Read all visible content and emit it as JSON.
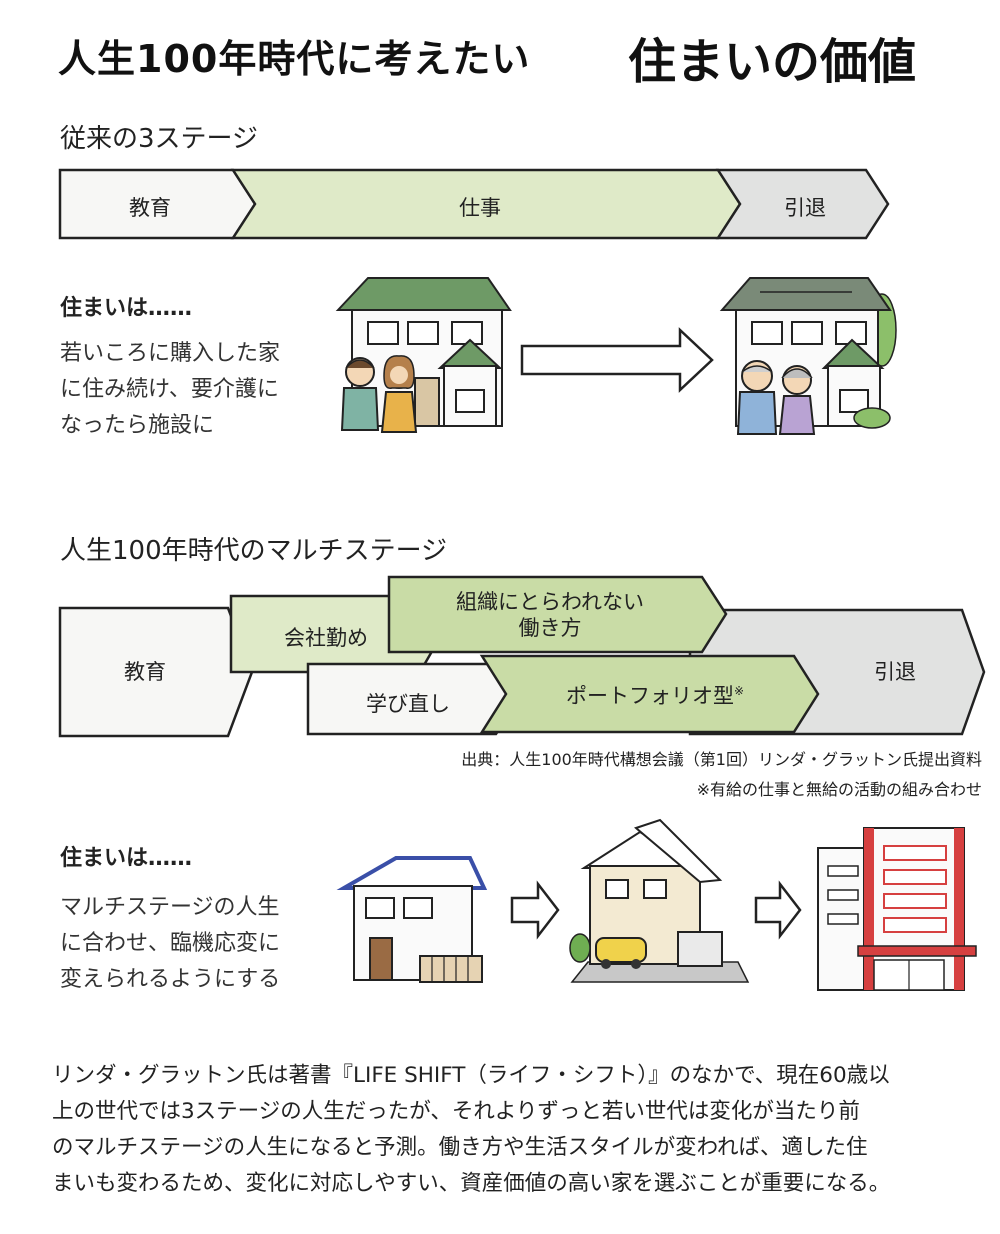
{
  "title": {
    "part1": "人生100年時代に考えたい",
    "part2": "住まいの価値"
  },
  "traditional": {
    "heading": "従来の3ステージ",
    "stages": [
      "教育",
      "仕事",
      "引退"
    ],
    "housing_heading": "住まいは……",
    "housing_lines": [
      "若いころに購入した家",
      "に住み続け、要介護に",
      "なったら施設に"
    ]
  },
  "multistage": {
    "heading": "人生100年時代のマルチステージ",
    "stages": {
      "education": "教育",
      "company": "会社勤め",
      "unbound_line1": "組織にとらわれない",
      "unbound_line2": "働き方",
      "relearn": "学び直し",
      "portfolio": "ポートフォリオ型",
      "portfolio_mark": "※",
      "retire": "引退"
    },
    "source": "出典：人生100年時代構想会議（第1回）リンダ・グラットン氏提出資料",
    "note": "※有給の仕事と無給の活動の組み合わせ",
    "housing_heading": "住まいは……",
    "housing_lines": [
      "マルチステージの人生",
      "に合わせ、臨機応変に",
      "変えられるようにする"
    ]
  },
  "summary_lines": [
    "リンダ・グラットン氏は著書『LIFE SHIFT（ライフ・シフト）』のなかで、現在60歳以",
    "上の世代では3ステージの人生だったが、それよりずっと若い世代は変化が当たり前",
    "のマルチステージの人生になると予測。働き方や生活スタイルが変われば、適した住",
    "まいも変わるため、変化に対応しやすい、資産価値の高い家を選ぶことが重要になる。"
  ],
  "colors": {
    "white_stage": "#f7f7f5",
    "green_light": "#dfeac8",
    "green_mid": "#c9dca6",
    "gray_stage": "#e1e2e1",
    "roof_green": "#6e9a66",
    "roof_blue": "#3a4fa8",
    "building_red": "#d64040"
  }
}
